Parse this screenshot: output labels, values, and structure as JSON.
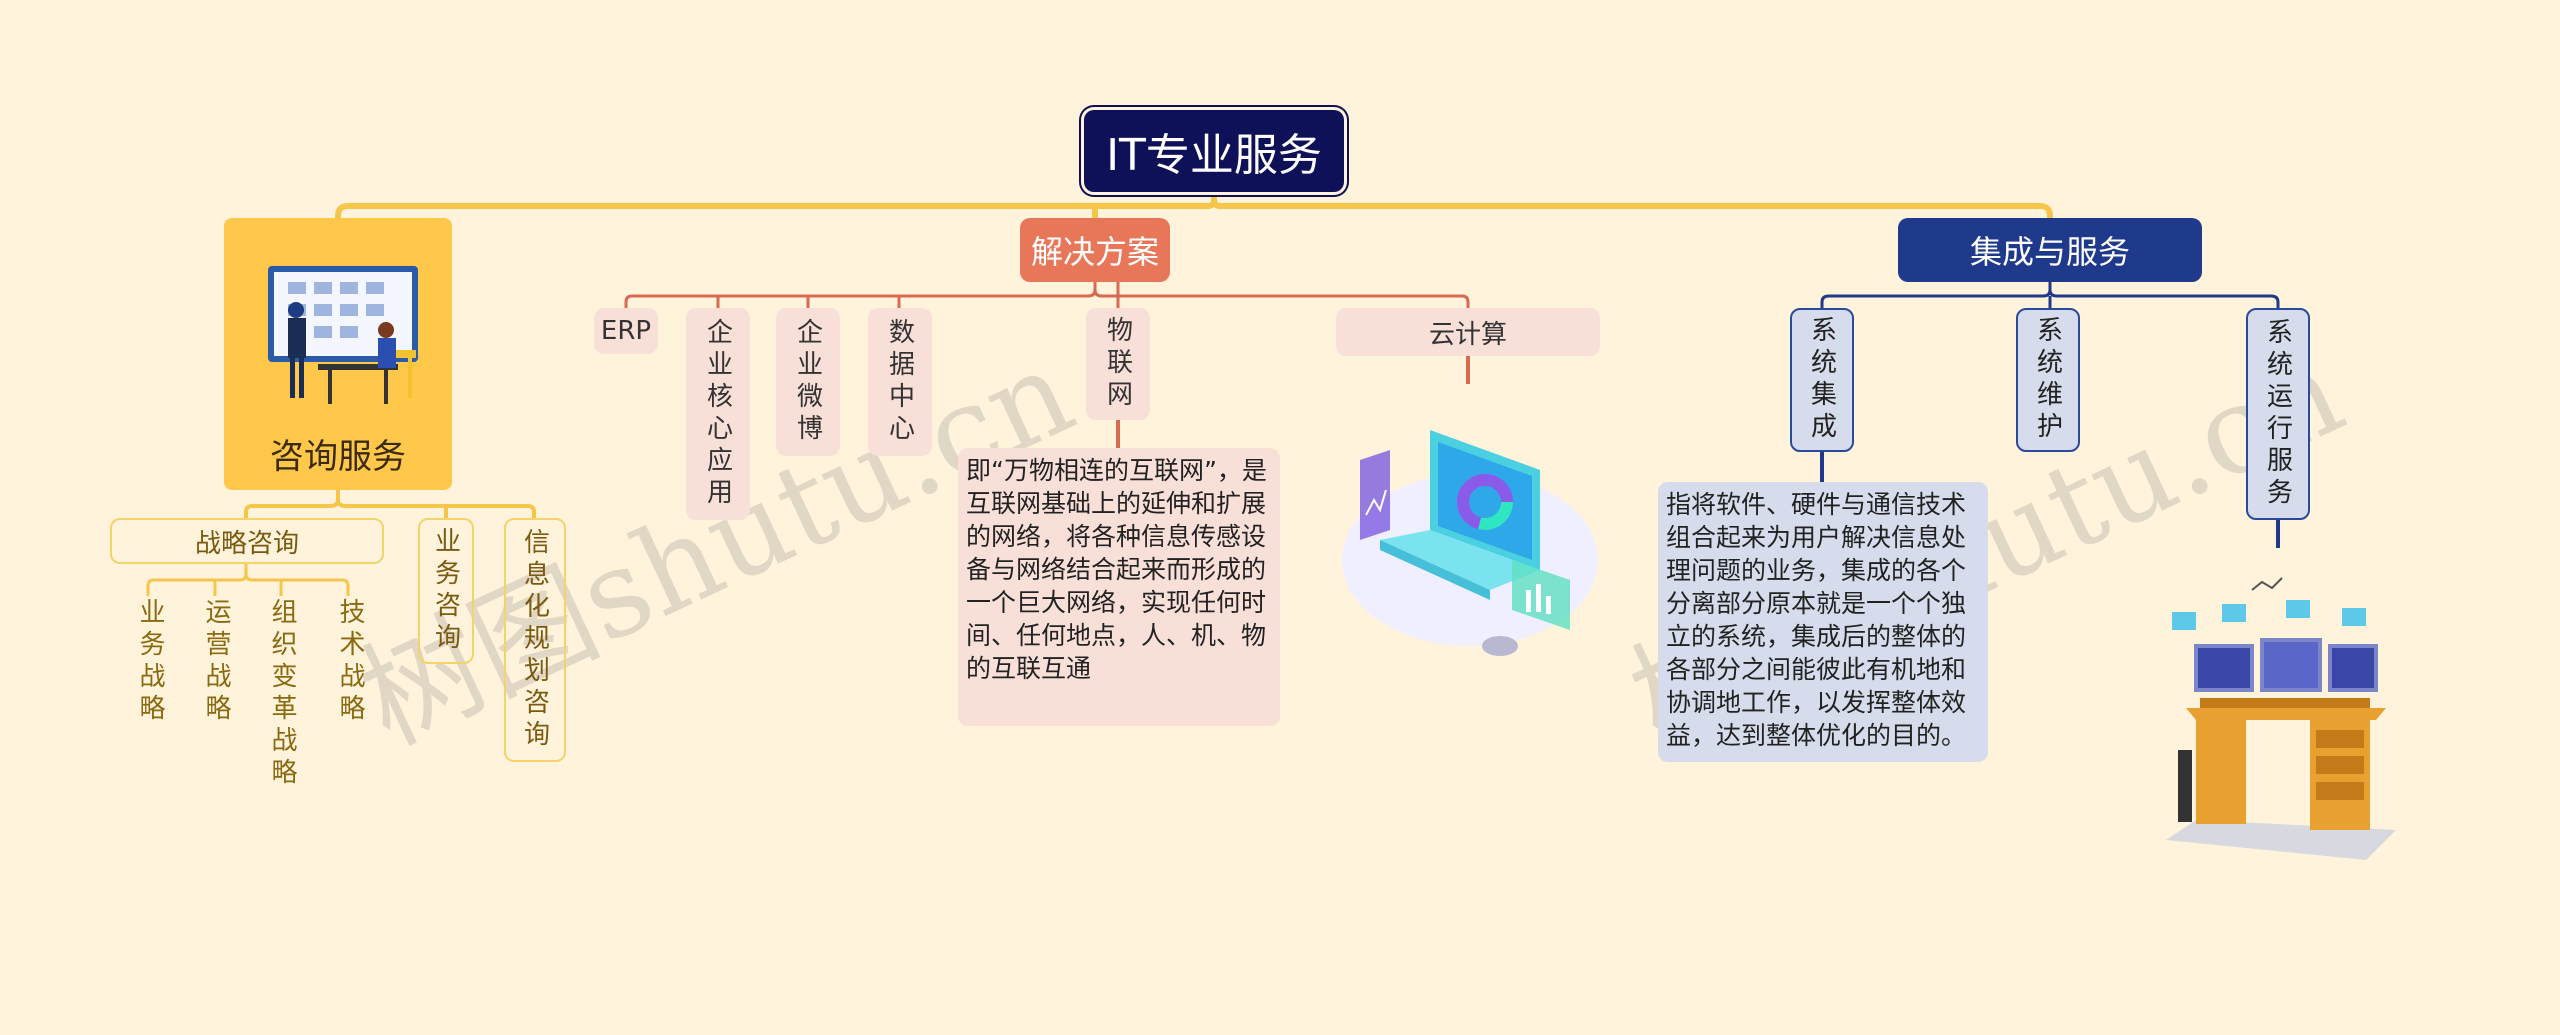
{
  "root": {
    "title": "IT专业服务"
  },
  "consulting": {
    "label": "咨询服务",
    "strategy": {
      "label": "战略咨询",
      "leaves": [
        "业务战略",
        "运营战略",
        "组织变革战略",
        "技术战略"
      ]
    },
    "business": "业务咨询",
    "info_plan": "信息化规划咨询"
  },
  "solutions": {
    "label": "解决方案",
    "items": {
      "erp": "ERP",
      "core_app": "企业核心应用",
      "weibo": "企业微博",
      "data_center": "数据中心",
      "iot": "物联网",
      "cloud": "云计算"
    },
    "iot_desc": "即“万物相连的互联网”，是互联网基础上的延伸和扩展的网络，将各种信息传感设备与网络结合起来而形成的一个巨大网络，实现任何时间、任何地点，人、机、物的互联互通"
  },
  "integration": {
    "label": "集成与服务",
    "items": {
      "sys_integ": "系统集成",
      "sys_maint": "系统维护",
      "sys_ops": "系统运行服务"
    },
    "integ_desc": "指将软件、硬件与通信技术组合起来为用户解决信息处理问题的业务，集成的各个分离部分原本就是一个个独立的系统，集成后的整体的各部分之间能彼此有机地和协调地工作，以发挥整体效益，达到整体优化的目的。"
  },
  "watermarks": [
    "树图shutu.cn",
    "树图shutu.cn"
  ],
  "colors": {
    "background": "#FFF3DC",
    "root": "#0E1158",
    "consult": "#FFC84A",
    "solution": "#E8775A",
    "integration": "#1F3A8A"
  }
}
